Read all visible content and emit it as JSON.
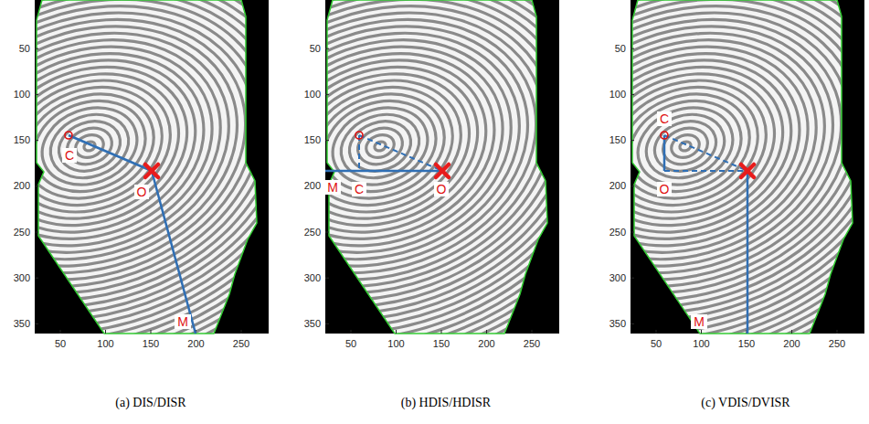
{
  "diagram": {
    "labels": [
      "50",
      "100",
      "150",
      "200",
      "250",
      "300",
      "350",
      "C",
      "O",
      "M",
      "50",
      "100",
      "150",
      "200",
      "250",
      "(a) DIS/DISR",
      "50",
      "100",
      "150",
      "200",
      "250",
      "300",
      "350",
      "M",
      "C",
      "O",
      "50",
      "100",
      "150",
      "200",
      "250",
      "(b) HDIS/HDISR",
      "50",
      "100",
      "150",
      "200",
      "250",
      "300",
      "350",
      "C",
      "O",
      "M",
      "50",
      "100",
      "150",
      "200",
      "250",
      "(c) VDIS/DVISR"
    ]
  }
}
